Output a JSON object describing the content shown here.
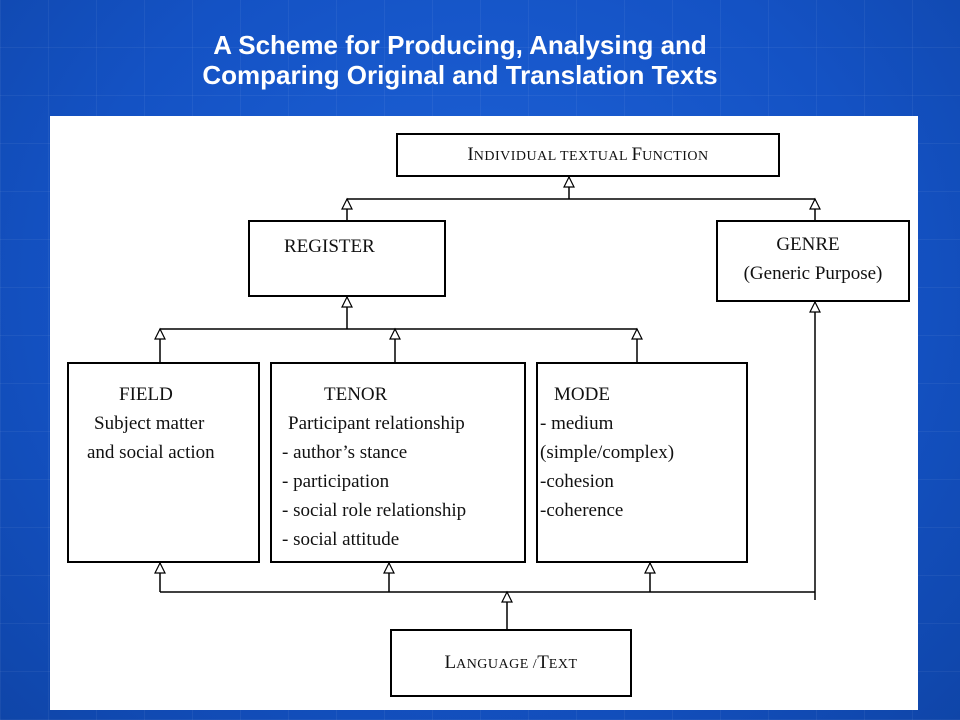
{
  "title": {
    "line1": "A Scheme for Producing, Analysing and",
    "line2": "Comparing Original and Translation Texts"
  },
  "diagram": {
    "function_box": {
      "part1_cap": "I",
      "part1_rest": "NDIVIDUAL TEXTUAL ",
      "part2_cap": "F",
      "part2_rest": "UNCTION"
    },
    "register_box": {
      "label": "REGISTER"
    },
    "genre_box": {
      "label": "GENRE",
      "sublabel": "(Generic Purpose)"
    },
    "field_box": {
      "label": "FIELD",
      "lines": [
        "Subject matter",
        "and social action"
      ]
    },
    "tenor_box": {
      "label": "TENOR",
      "lines": [
        "Participant relationship",
        " - author’s stance",
        "- participation",
        "- social role relationship",
        "- social attitude"
      ]
    },
    "mode_box": {
      "label": "MODE",
      "lines": [
        "- medium",
        "(simple/complex)",
        "-cohesion",
        "-coherence"
      ]
    },
    "language_box": {
      "part1_cap": "L",
      "part1_rest": "ANGUAGE /",
      "part2_cap": "T",
      "part2_rest": "EXT"
    }
  }
}
